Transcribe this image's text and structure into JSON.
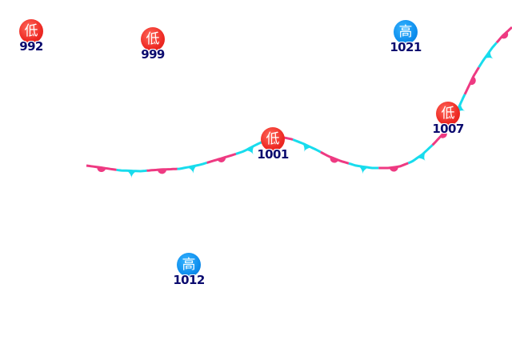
{
  "colors": {
    "low_center": "#ee2a24",
    "high_center": "#0f8fee",
    "warm_segment": "#ee3a82",
    "cold_segment": "#18dced",
    "pressure_text": "#0b0b6f"
  },
  "pressure_systems": [
    {
      "type": "low",
      "symbol": "低",
      "pressure": "992"
    },
    {
      "type": "low",
      "symbol": "低",
      "pressure": "999"
    },
    {
      "type": "high",
      "symbol": "高",
      "pressure": "1021"
    },
    {
      "type": "low",
      "symbol": "低",
      "pressure": "1001"
    },
    {
      "type": "low",
      "symbol": "低",
      "pressure": "1007"
    },
    {
      "type": "high",
      "symbol": "高",
      "pressure": "1012"
    }
  ],
  "front": {
    "type": "stationary-front"
  }
}
